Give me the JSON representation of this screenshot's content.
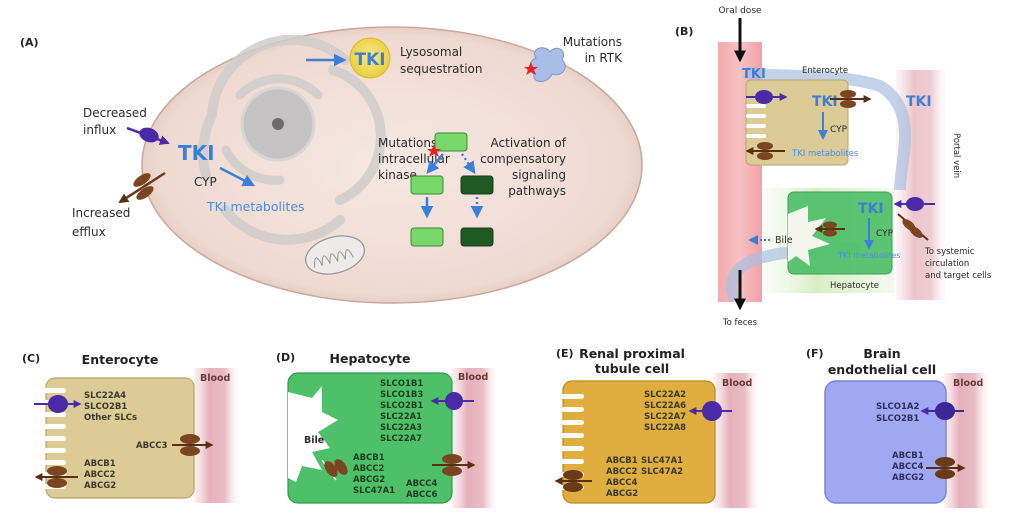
{
  "colors": {
    "tki_blue": "#3b7fd9",
    "cell_pink": "#f1dcd5",
    "enterocyte_tan": "#dccb96",
    "hepatocyte_green": "#4fc06a",
    "renal_gold": "#dfae3e",
    "brain_blue": "#9fa8f0",
    "influx_purple": "#4a2aa6",
    "efflux_brown": "#6b3a1a",
    "blood_pink": "#e9b7c0",
    "mutation_red": "#e8202a"
  },
  "panelA": {
    "label": "(A)",
    "lysosome_tki": "TKI",
    "lysosome_label_1": "Lysosomal",
    "lysosome_label_2": "sequestration",
    "rtk_label_1": "Mutations",
    "rtk_label_2": "in RTK",
    "influx_label_1": "Decreased",
    "influx_label_2": "influx",
    "efflux_label_1": "Increased",
    "efflux_label_2": "efflux",
    "tki": "TKI",
    "cyp": "CYP",
    "metabolites": "TKI metabolites",
    "kinase_label_1": "Mutations in",
    "kinase_label_2": "intracellular",
    "kinase_label_3": "kinase",
    "comp_label_1": "Activation of",
    "comp_label_2": "compensatory",
    "comp_label_3": "signaling",
    "comp_label_4": "pathways"
  },
  "panelB": {
    "label": "(B)",
    "oral_dose": "Oral dose",
    "tki_gut": "TKI",
    "enterocyte": "Enterocyte",
    "tki_enterocyte": "TKI",
    "tki_portal": "TKI",
    "cyp_enterocyte": "CYP",
    "metabolites_enterocyte": "TKI metabolites",
    "portal_vein": "Portal vein",
    "bile": "Bile",
    "tki_hepatocyte": "TKI",
    "cyp_hepatocyte": "CYP",
    "metabolites_hepatocyte": "TKI metabolites",
    "systemic_1": "To systemic",
    "systemic_2": "circulation",
    "systemic_3": "and target cells",
    "hepatocyte": "Hepatocyte",
    "to_feces": "To feces"
  },
  "panelC": {
    "label": "(C)",
    "title": "Enterocyte",
    "blood": "Blood",
    "influx_genes": [
      "SLC22A4",
      "SLCO2B1",
      "Other SLCs"
    ],
    "basolateral_genes": [
      "ABCC3"
    ],
    "efflux_genes": [
      "ABCB1",
      "ABCC2",
      "ABCG2"
    ]
  },
  "panelD": {
    "label": "(D)",
    "title": "Hepatocyte",
    "blood": "Blood",
    "bile": "Bile",
    "influx_genes": [
      "SLCO1B1",
      "SLCO1B3",
      "SLCO2B1",
      "SLC22A1",
      "SLC22A3",
      "SLC22A7"
    ],
    "efflux_genes": [
      "ABCB1",
      "ABCC2",
      "ABCG2",
      "SLC47A1"
    ],
    "basolateral_genes": [
      "ABCC4",
      "ABCC6"
    ]
  },
  "panelE": {
    "label": "(E)",
    "title_1": "Renal proximal",
    "title_2": "tubule cell",
    "blood": "Blood",
    "influx_genes": [
      "SLC22A2",
      "SLC22A6",
      "SLC22A7",
      "SLC22A8"
    ],
    "efflux_genes_col1": [
      "ABCB1",
      "ABCC2",
      "ABCC4",
      "ABCG2"
    ],
    "efflux_genes_col2": [
      "SLC47A1",
      "SLC47A2"
    ]
  },
  "panelF": {
    "label": "(F)",
    "title_1": "Brain",
    "title_2": "endothelial cell",
    "blood": "Blood",
    "influx_genes": [
      "SLCO1A2",
      "SLCO2B1"
    ],
    "efflux_genes": [
      "ABCB1",
      "ABCC4",
      "ABCG2"
    ]
  }
}
